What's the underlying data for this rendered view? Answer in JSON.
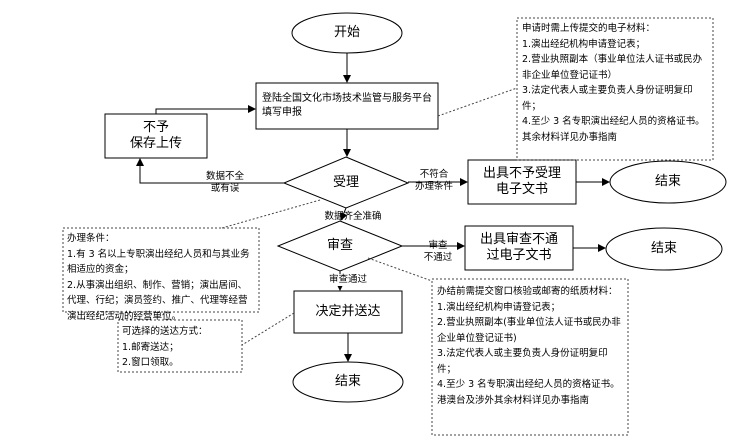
{
  "nodes": {
    "start": "开始",
    "login": "登陆全国文化市场技术监管与服务平台填写申报",
    "accept": "受理",
    "review": "审查",
    "decide": "决定并送达",
    "end_final": "结束",
    "no_save": "不予\n保存上传",
    "reject_accept_doc": "出具不予受理\n电子文书",
    "end_reject_accept": "结束",
    "reject_review_doc": "出具审查不通\n过电子文书",
    "end_reject_review": "结束"
  },
  "edge_labels": {
    "data_incomplete": "数据不全\n或有误",
    "not_conform": "不符合\n办理条件",
    "data_complete": "数据齐全准确",
    "review_fail": "审查\n不通过",
    "review_pass": "审查通过"
  },
  "notes": {
    "upload_materials": "申请时需上传提交的电子材料：\n1.演出经纪机构申请登记表；\n2.营业执照副本（事业单位法人证书或民办非企业单位登记证书）\n3.法定代表人或主要负责人身份证明复印件；\n4.至少 3 名专职演出经纪人员的资格证书。\n其余材料详见办事指南",
    "conditions": "办理条件：\n1.有 3 名以上专职演出经纪人员和与其业务相适应的资金；\n2.从事演出组织、制作、营销；演出居间、代理、行纪；演员签约、推广、代理等经营演出经纪活动的经营单位。",
    "paper_materials": "办结前需提交窗口核验或邮寄的纸质材料：\n1.演出经纪机构申请登记表；\n2.营业执照副本(事业单位法人证书或民办非企业单位登记证书)\n3.法定代表人或主要负责人身份证明复印件；\n4.至少 3 名专职演出经纪人员的资格证书。\n港澳台及涉外其余材料详见办事指南",
    "delivery": "可选择的送达方式：\n1.邮寄送达；\n2.窗口领取。"
  }
}
